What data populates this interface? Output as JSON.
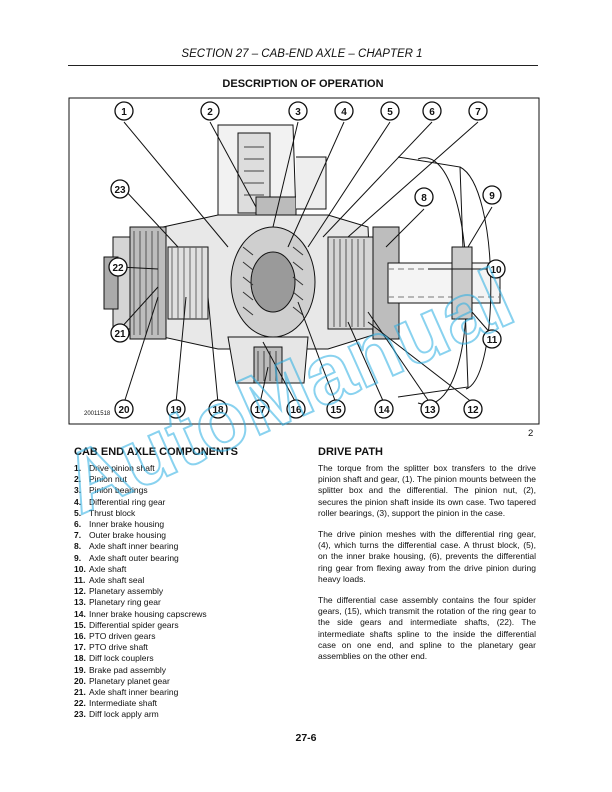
{
  "header": {
    "section_title": "SECTION 27 – CAB-END AXLE – CHAPTER 1"
  },
  "description_title": "DESCRIPTION OF OPERATION",
  "figure": {
    "drawing_id": "20011518",
    "figure_number": "2",
    "callouts": [
      "1",
      "2",
      "3",
      "4",
      "5",
      "6",
      "7",
      "8",
      "9",
      "10",
      "11",
      "12",
      "13",
      "14",
      "15",
      "16",
      "17",
      "18",
      "19",
      "20",
      "21",
      "22",
      "23"
    ]
  },
  "components": {
    "title": "CAB END AXLE COMPONENTS",
    "items": [
      {
        "num": "1.",
        "label": "Drive pinion shaft"
      },
      {
        "num": "2.",
        "label": "Pinion nut"
      },
      {
        "num": "3.",
        "label": "Pinion bearings"
      },
      {
        "num": "4.",
        "label": "Differential ring gear"
      },
      {
        "num": "5.",
        "label": "Thrust block"
      },
      {
        "num": "6.",
        "label": "Inner brake housing"
      },
      {
        "num": "7.",
        "label": "Outer brake housing"
      },
      {
        "num": "8.",
        "label": "Axle shaft inner bearing"
      },
      {
        "num": "9.",
        "label": "Axle shaft outer bearing"
      },
      {
        "num": "10.",
        "label": "Axle shaft"
      },
      {
        "num": "11.",
        "label": "Axle shaft seal"
      },
      {
        "num": "12.",
        "label": "Planetary assembly"
      },
      {
        "num": "13.",
        "label": "Planetary ring gear"
      },
      {
        "num": "14.",
        "label": "Inner brake housing capscrews"
      },
      {
        "num": "15.",
        "label": "Differential spider gears"
      },
      {
        "num": "16.",
        "label": "PTO driven gears"
      },
      {
        "num": "17.",
        "label": "PTO drive shaft"
      },
      {
        "num": "18.",
        "label": "Diff lock couplers"
      },
      {
        "num": "19.",
        "label": "Brake pad assembly"
      },
      {
        "num": "20.",
        "label": "Planetary planet gear"
      },
      {
        "num": "21.",
        "label": "Axle shaft inner bearing"
      },
      {
        "num": "22.",
        "label": "Intermediate shaft"
      },
      {
        "num": "23.",
        "label": "Diff lock apply arm"
      }
    ]
  },
  "drive_path": {
    "title": "DRIVE PATH",
    "paragraphs": [
      "The torque from the splitter box transfers to the drive pinion shaft and gear, (1). The pinion mounts between the splitter box and the differential. The pinion nut, (2), secures the pinion shaft inside its own case. Two tapered roller bearings, (3), support the pinion in the case.",
      "The drive pinion meshes with the differential ring gear, (4), which turns the differential case. A thrust block, (5), on the inner brake housing, (6), prevents the differential ring gear from flexing away from the drive pinion during heavy loads.",
      "The differential case assembly contains the four spider gears, (15), which transmit the rotation of the ring gear to the side gears and intermediate shafts, (22). The intermediate shafts spline to the inside the differential case on one end, and spline to the planetary gear assemblies on the other end."
    ]
  },
  "page_number": "27-6",
  "watermark": {
    "text": "AutoManual",
    "color": "#29aee3"
  }
}
